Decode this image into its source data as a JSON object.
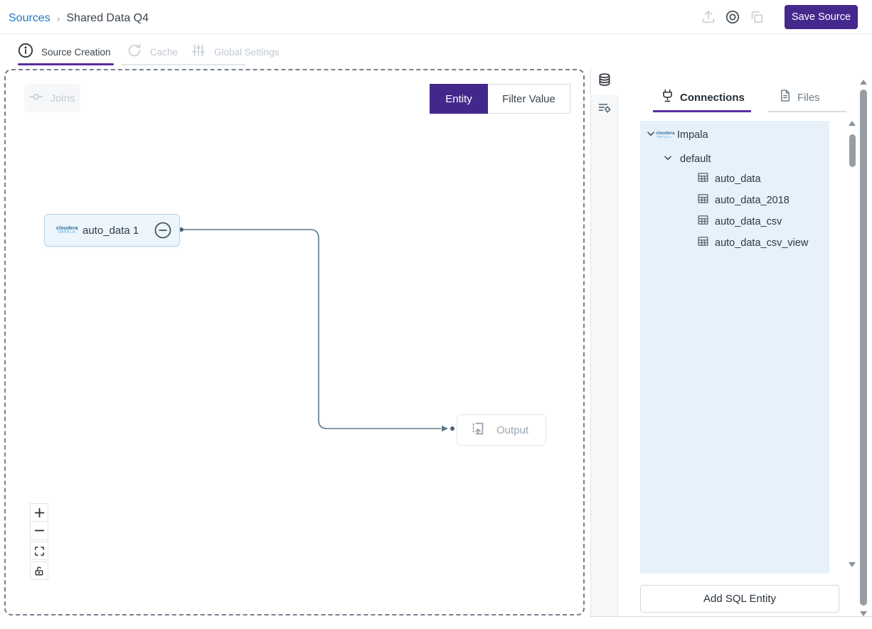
{
  "header": {
    "breadcrumb": {
      "root": "Sources",
      "separator": "›",
      "current": "Shared Data Q4"
    },
    "save_button": "Save Source"
  },
  "tabs": {
    "source_creation": "Source Creation",
    "cache": "Cache",
    "global_settings": "Global Settings"
  },
  "canvas": {
    "joins_button": "Joins",
    "toggle": {
      "entity": "Entity",
      "filter_value": "Filter Value"
    },
    "node": {
      "label": "auto_data 1",
      "logo_line1": "cloudera",
      "logo_line2": "IMPALA"
    },
    "output": {
      "label": "Output"
    }
  },
  "sidebar": {
    "tabs": {
      "connections": "Connections",
      "files": "Files"
    },
    "tree": {
      "connection": {
        "label": "Impala",
        "logo_line1": "cloudera",
        "logo_line2": "IMPALA"
      },
      "database": "default",
      "tables": [
        "auto_data",
        "auto_data_2018",
        "auto_data_csv",
        "auto_data_csv_view"
      ]
    },
    "add_sql_entity": "Add SQL Entity"
  },
  "colors": {
    "accent_purple": "#45288c",
    "underline_purple": "#5a2ea0",
    "link_blue": "#1f78c8",
    "tree_background": "#e6f1fa",
    "node_background": "#ecf5fc",
    "node_border": "#b7d6ed",
    "connector": "#5e7687"
  }
}
